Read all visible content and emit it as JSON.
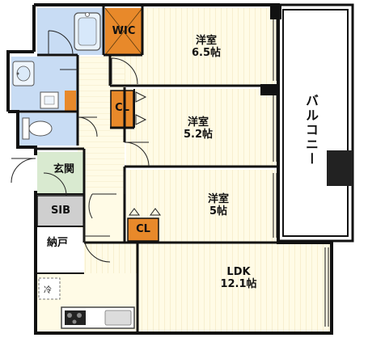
{
  "rooms": {
    "bedroom1": {
      "name": "洋室",
      "size": "6.5帖"
    },
    "bedroom2": {
      "name": "洋室",
      "size": "5.2帖"
    },
    "bedroom3": {
      "name": "洋室",
      "size": "5帖"
    },
    "ldk": {
      "name": "LDK",
      "size": "12.1帖"
    }
  },
  "storage": {
    "wic": "WIC",
    "closet1": "CL",
    "closet2": "CL",
    "sib": "SIB",
    "pantry": "納戸"
  },
  "entrance": "玄関",
  "balcony": "バルコニー",
  "fridge": "冷",
  "colors": {
    "wall": "#111111",
    "floor_wood": "#fffbe6",
    "wood_line": "#efe3b8",
    "bath_blue": "#c8dcf4",
    "closet_orange": "#e8892a",
    "sib_gray": "#cfcfcf",
    "entrance_green": "#d9ead0"
  }
}
